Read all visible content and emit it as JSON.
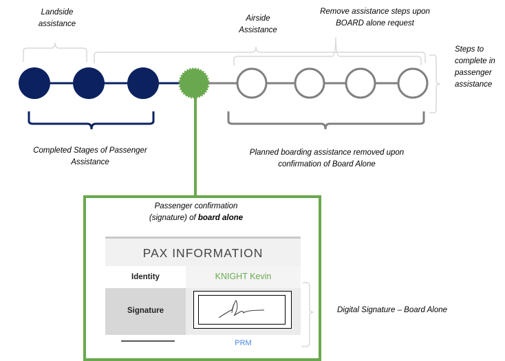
{
  "labels": {
    "landside": "Landside assistance",
    "airside": "Airside Assistance",
    "remove_steps": "Remove assistance steps upon BOARD alone request",
    "steps_to_complete": "Steps to complete in passenger assistance",
    "completed_stages": "Completed Stages of Passenger Assistance",
    "planned_removed": "Planned boarding assistance removed upon confirmation of Board Alone",
    "passenger_confirmation_prefix": "Passenger confirmation (signature) of ",
    "passenger_confirmation_bold": "board alone",
    "digital_signature": "Digital Signature – Board Alone"
  },
  "pax_panel": {
    "title": "PAX INFORMATION",
    "identity_label": "Identity",
    "identity_value": "KNIGHT Kevin",
    "signature_label": "Signature",
    "next_row_value": "PRM"
  },
  "colors": {
    "completed": "#0b2160",
    "board_alone": "#6aa84f",
    "planned": "#808080",
    "bracket_light": "#d9d9d9"
  }
}
